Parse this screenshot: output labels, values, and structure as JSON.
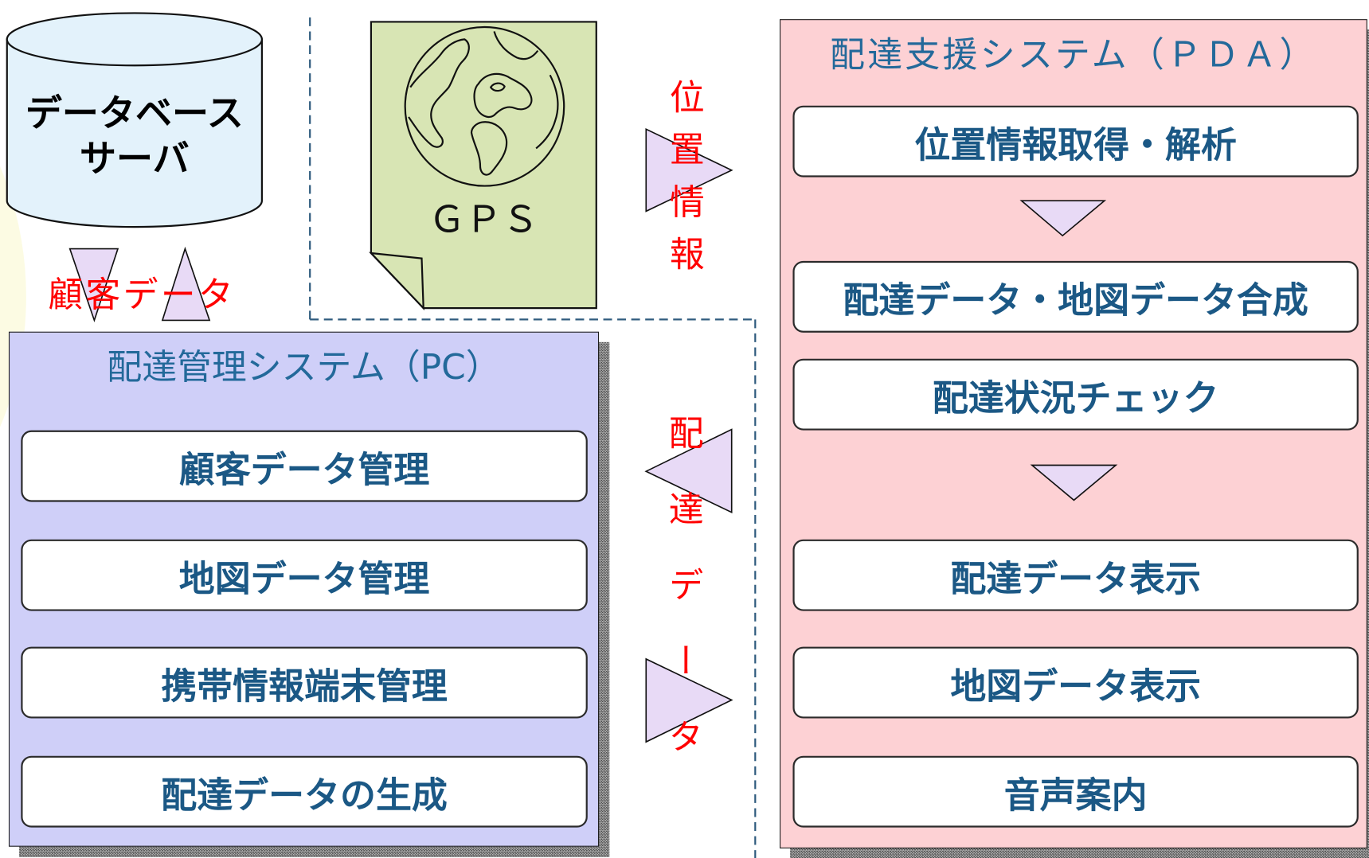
{
  "database": {
    "title_line1": "データベース",
    "title_line2": "サーバ"
  },
  "gps": {
    "label": "ＧＰＳ",
    "icon": "globe-icon"
  },
  "flows": {
    "customer_data": "顧客データ",
    "position_info": "位置情報",
    "delivery_data": "配達データ"
  },
  "pc_system": {
    "title": "配達管理システム（PC）",
    "modules": [
      "顧客データ管理",
      "地図データ管理",
      "携帯情報端末管理",
      "配達データの生成"
    ]
  },
  "pda_system": {
    "title": "配達支援システム（ＰＤＡ）",
    "modules": [
      "位置情報取得・解析",
      "配達データ・地図データ合成",
      "配達状況チェック",
      "配達データ表示",
      "地図データ表示",
      "音声案内"
    ]
  },
  "colors": {
    "database_fill": "#e3f2fb",
    "gps_document_fill": "#d8e5b4",
    "pc_panel_fill": "#cfcff8",
    "pda_panel_fill": "#fdd1d4",
    "arrow_fill": "#e8daf6",
    "flow_label_text": "#ff0000",
    "system_title_text": "#23699a",
    "module_text": "#1b5885",
    "boundary_line": "#2f5b7e"
  }
}
